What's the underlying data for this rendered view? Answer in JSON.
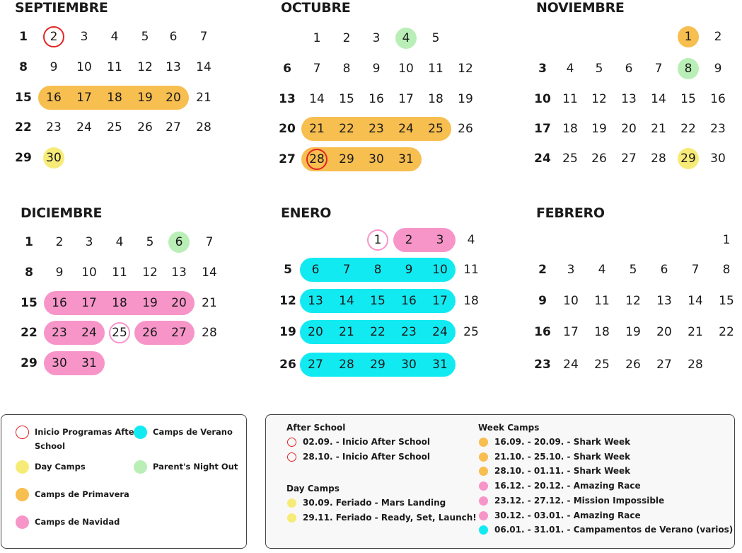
{
  "colors": {
    "orange": "#F7BE50",
    "yellow": "#F7EB78",
    "green": "#B9EFB6",
    "pink": "#F795C9",
    "cyan": "#12EAF2",
    "red": "#E42424"
  },
  "months": [
    {
      "name": "SEPTIEMBRE",
      "rows": [
        [
          "1",
          "2",
          "3",
          "4",
          "5",
          "6",
          "7"
        ],
        [
          "8",
          "9",
          "10",
          "11",
          "12",
          "13",
          "14"
        ],
        [
          "15",
          "16",
          "17",
          "18",
          "19",
          "20",
          "21"
        ],
        [
          "22",
          "23",
          "24",
          "25",
          "26",
          "27",
          "28"
        ],
        [
          "29",
          "30",
          "",
          "",
          "",
          "",
          ""
        ]
      ],
      "marks": [
        {
          "row": 2,
          "from": 1,
          "to": 5,
          "type": "pill",
          "color": "orange"
        },
        {
          "row": 0,
          "col": 1,
          "type": "ring",
          "color": "red"
        },
        {
          "row": 4,
          "col": 1,
          "type": "dot",
          "color": "yellow"
        }
      ]
    },
    {
      "name": "OCTUBRE",
      "rows": [
        [
          "",
          "1",
          "2",
          "3",
          "4",
          "5",
          ""
        ],
        [
          "6",
          "7",
          "8",
          "9",
          "10",
          "11",
          "12"
        ],
        [
          "13",
          "14",
          "15",
          "16",
          "17",
          "18",
          "19"
        ],
        [
          "20",
          "21",
          "22",
          "23",
          "24",
          "25",
          "26"
        ],
        [
          "27",
          "28",
          "29",
          "30",
          "31",
          "",
          ""
        ]
      ],
      "marks": [
        {
          "row": 0,
          "col": 4,
          "type": "dot",
          "color": "green"
        },
        {
          "row": 3,
          "from": 1,
          "to": 5,
          "type": "pill",
          "color": "orange"
        },
        {
          "row": 4,
          "from": 1,
          "to": 4,
          "type": "pill",
          "color": "orange"
        },
        {
          "row": 4,
          "col": 1,
          "type": "ring",
          "color": "red"
        }
      ]
    },
    {
      "name": "NOVIEMBRE",
      "rows": [
        [
          "",
          "",
          "",
          "",
          "",
          "1",
          "2"
        ],
        [
          "3",
          "4",
          "5",
          "6",
          "7",
          "8",
          "9"
        ],
        [
          "10",
          "11",
          "12",
          "13",
          "14",
          "15",
          "16"
        ],
        [
          "17",
          "18",
          "19",
          "20",
          "21",
          "22",
          "23"
        ],
        [
          "24",
          "25",
          "26",
          "27",
          "28",
          "29",
          "30"
        ]
      ],
      "marks": [
        {
          "row": 0,
          "col": 5,
          "type": "dot",
          "color": "orange"
        },
        {
          "row": 1,
          "col": 5,
          "type": "dot",
          "color": "green"
        },
        {
          "row": 4,
          "col": 5,
          "type": "dot",
          "color": "yellow"
        }
      ]
    },
    {
      "name": "DICIEMBRE",
      "rows": [
        [
          "1",
          "2",
          "3",
          "4",
          "5",
          "6",
          "7"
        ],
        [
          "8",
          "9",
          "10",
          "11",
          "12",
          "13",
          "14"
        ],
        [
          "15",
          "16",
          "17",
          "18",
          "19",
          "20",
          "21"
        ],
        [
          "22",
          "23",
          "24",
          "25",
          "26",
          "27",
          "28"
        ],
        [
          "29",
          "30",
          "31",
          "",
          "",
          "",
          ""
        ]
      ],
      "marks": [
        {
          "row": 0,
          "col": 5,
          "type": "dot",
          "color": "green"
        },
        {
          "row": 2,
          "from": 1,
          "to": 5,
          "type": "pill",
          "color": "pink"
        },
        {
          "row": 3,
          "from": 1,
          "to": 2,
          "type": "pill",
          "color": "pink"
        },
        {
          "row": 3,
          "col": 3,
          "type": "ring",
          "color": "pink"
        },
        {
          "row": 3,
          "from": 4,
          "to": 5,
          "type": "pill",
          "color": "pink"
        },
        {
          "row": 4,
          "from": 1,
          "to": 2,
          "type": "pill",
          "color": "pink"
        }
      ]
    },
    {
      "name": "ENERO",
      "rows": [
        [
          "",
          "",
          "",
          "1",
          "2",
          "3",
          "4"
        ],
        [
          "5",
          "6",
          "7",
          "8",
          "9",
          "10",
          "11"
        ],
        [
          "12",
          "13",
          "14",
          "15",
          "16",
          "17",
          "18"
        ],
        [
          "19",
          "20",
          "21",
          "22",
          "23",
          "24",
          "25"
        ],
        [
          "26",
          "27",
          "28",
          "29",
          "30",
          "31",
          ""
        ]
      ],
      "marks": [
        {
          "row": 0,
          "col": 3,
          "type": "ring",
          "color": "pink"
        },
        {
          "row": 0,
          "from": 4,
          "to": 5,
          "type": "pill",
          "color": "pink"
        },
        {
          "row": 1,
          "from": 1,
          "to": 5,
          "type": "pill",
          "color": "cyan"
        },
        {
          "row": 2,
          "from": 1,
          "to": 5,
          "type": "pill",
          "color": "cyan"
        },
        {
          "row": 3,
          "from": 1,
          "to": 5,
          "type": "pill",
          "color": "cyan"
        },
        {
          "row": 4,
          "from": 1,
          "to": 5,
          "type": "pill",
          "color": "cyan"
        }
      ]
    },
    {
      "name": "FEBRERO",
      "rows": [
        [
          "",
          "",
          "",
          "",
          "",
          "",
          "1"
        ],
        [
          "2",
          "3",
          "4",
          "5",
          "6",
          "7",
          "8"
        ],
        [
          "9",
          "10",
          "11",
          "12",
          "13",
          "14",
          "15"
        ],
        [
          "16",
          "17",
          "18",
          "19",
          "20",
          "21",
          "22"
        ],
        [
          "23",
          "24",
          "25",
          "26",
          "27",
          "28",
          ""
        ]
      ],
      "marks": []
    }
  ],
  "legend": {
    "items": [
      {
        "label": "Inicio Programas After School",
        "marker": "ring",
        "color": "red"
      },
      {
        "label": "Day Camps",
        "marker": "dot",
        "color": "yellow"
      },
      {
        "label": "Camps de Primavera",
        "marker": "dot",
        "color": "orange"
      },
      {
        "label": "Camps de Navidad",
        "marker": "dot",
        "color": "pink"
      },
      {
        "label": "Camps de Verano",
        "marker": "dot",
        "color": "cyan"
      },
      {
        "label": "Parent's Night Out",
        "marker": "dot",
        "color": "green"
      }
    ]
  },
  "events": {
    "after_school": {
      "title": "After School",
      "items": [
        {
          "text": "02.09. - Inicio After School",
          "marker": "ring",
          "color": "red"
        },
        {
          "text": "28.10. - Inicio After School",
          "marker": "ring",
          "color": "red"
        }
      ]
    },
    "day_camps": {
      "title": "Day Camps",
      "items": [
        {
          "text": "30.09. Feriado - Mars Landing",
          "marker": "dot",
          "color": "yellow"
        },
        {
          "text": "29.11. Feriado - Ready, Set, Launch!",
          "marker": "dot",
          "color": "yellow"
        }
      ]
    },
    "week_camps": {
      "title": "Week Camps",
      "items": [
        {
          "text": "16.09. - 20.09. - Shark Week",
          "marker": "dot",
          "color": "orange"
        },
        {
          "text": "21.10. - 25.10. - Shark Week",
          "marker": "dot",
          "color": "orange"
        },
        {
          "text": "28.10. - 01.11. - Shark Week",
          "marker": "dot",
          "color": "orange"
        },
        {
          "text": "16.12. - 20.12. - Amazing Race",
          "marker": "dot",
          "color": "pink"
        },
        {
          "text": "23.12. - 27.12. - Mission Impossible",
          "marker": "dot",
          "color": "pink"
        },
        {
          "text": "30.12. - 03.01. - Amazing Race",
          "marker": "dot",
          "color": "pink"
        },
        {
          "text": "06.01. - 31.01. - Campamentos de Verano (varios)",
          "marker": "dot",
          "color": "cyan"
        }
      ]
    }
  }
}
